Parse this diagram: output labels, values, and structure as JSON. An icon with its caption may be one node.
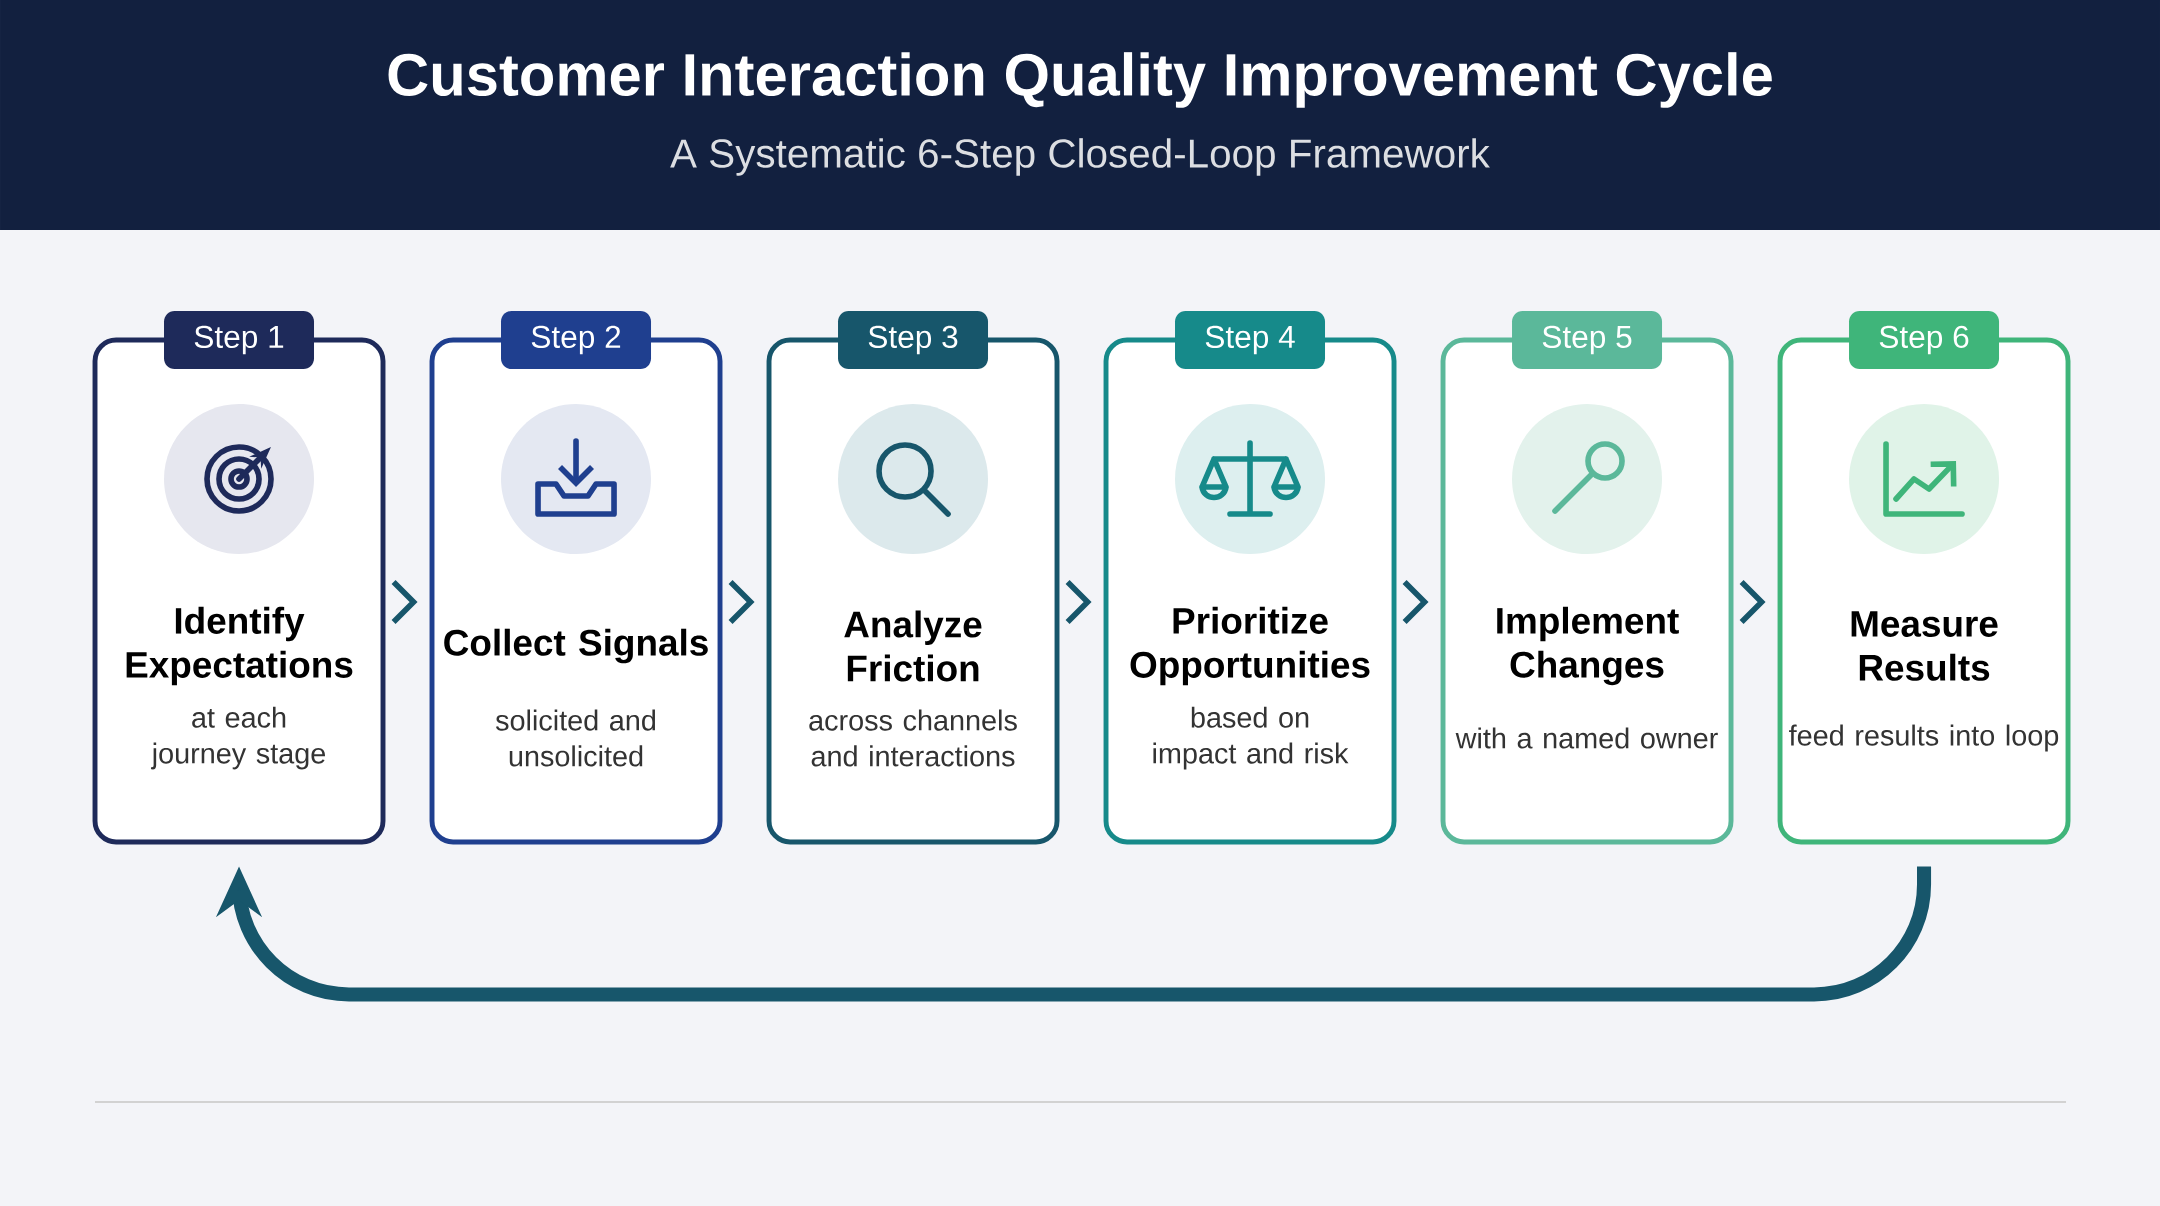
{
  "diagram": {
    "title": "Customer Interaction Quality Improvement Cycle",
    "nodes": [
      {
        "text": [
          "Step 1",
          "Identify Expectations",
          "at each journey stage"
        ]
      },
      {
        "text": [
          "Step 2",
          "Collect Signals",
          "solicited and unsolicited"
        ]
      },
      {
        "text": [
          "Step 3",
          "Analyze Friction",
          "across channels and interactions"
        ]
      },
      {
        "text": [
          "Step 4",
          "Prioritize Opportunities",
          "based on impact and risk"
        ]
      },
      {
        "text": [
          "Step 5",
          "Implement Changes",
          "with a named owner"
        ]
      },
      {
        "text": [
          "Step 6",
          "Measure Results",
          "feed results into loop"
        ]
      }
    ],
    "edges": [
      {
        "from": 0,
        "to": 1,
        "arrow": "to"
      },
      {
        "from": 1,
        "to": 2,
        "arrow": "to"
      },
      {
        "from": 2,
        "to": 3,
        "arrow": "to"
      },
      {
        "from": 3,
        "to": 4,
        "arrow": "to"
      },
      {
        "from": 4,
        "to": 5,
        "arrow": "to"
      },
      {
        "from": 5,
        "to": 0,
        "arrow": "to",
        "style": "thick"
      }
    ],
    "labels": [
      "A Systematic 6-Step Closed-Loop Framework"
    ]
  }
}
